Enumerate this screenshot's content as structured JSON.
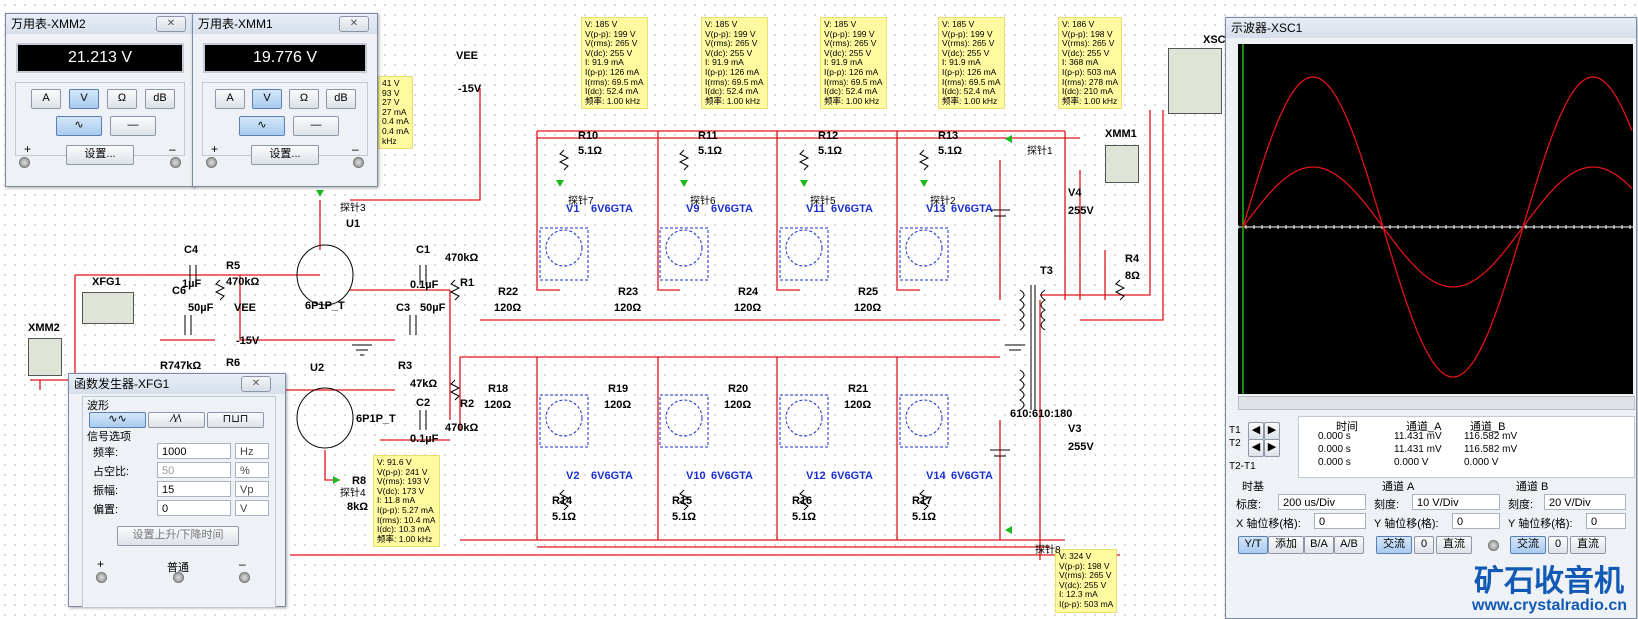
{
  "multimeters": [
    {
      "title": "万用表-XMM2",
      "reading": "21.213 V",
      "buttons": [
        "A",
        "V",
        "Ω",
        "dB"
      ],
      "active": "V",
      "settings_label": "设置...",
      "plus": "+",
      "minus": "–"
    },
    {
      "title": "万用表-XMM1",
      "reading": "19.776 V",
      "buttons": [
        "A",
        "V",
        "Ω",
        "dB"
      ],
      "active": "V",
      "settings_label": "设置...",
      "plus": "+",
      "minus": "–"
    }
  ],
  "func_gen": {
    "title": "函数发生器-XFG1",
    "waveform_label": "波形",
    "signal_label": "信号选项",
    "rows": [
      {
        "label": "频率:",
        "value": "1000",
        "unit": "Hz"
      },
      {
        "label": "占空比:",
        "value": "50",
        "unit": "%"
      },
      {
        "label": "振幅:",
        "value": "15",
        "unit": "Vp"
      },
      {
        "label": "偏置:",
        "value": "0",
        "unit": "V"
      }
    ],
    "rise_fall_button": "设置上升/下降时间",
    "common_label": "普通",
    "plus": "+",
    "minus": "–"
  },
  "oscilloscope": {
    "title": "示波器-XSC1",
    "cursor_rows": [
      {
        "name": "T1",
        "time": "0.000 s",
        "a": "11.431 mV",
        "b": "116.582 mV"
      },
      {
        "name": "T2",
        "time": "0.000 s",
        "a": "11.431 mV",
        "b": "116.582 mV"
      },
      {
        "name": "T2-T1",
        "time": "0.000 s",
        "a": "0.000 V",
        "b": "0.000 V"
      }
    ],
    "cursor_headers": [
      "时间",
      "通道_A",
      "通道_B"
    ],
    "timebase": {
      "label": "时基",
      "scale_label": "标度:",
      "scale": "200 us/Div",
      "xpos_label": "X 轴位移(格):",
      "xpos": "0",
      "buttons": [
        "Y/T",
        "添加",
        "B/A",
        "A/B"
      ]
    },
    "channel_a": {
      "label": "通道 A",
      "scale_label": "刻度:",
      "scale": "10 V/Div",
      "ypos_label": "Y 轴位移(格):",
      "ypos": "0",
      "buttons": [
        "交流",
        "0",
        "直流"
      ]
    },
    "channel_b": {
      "label": "通道 B",
      "scale_label": "刻度:",
      "scale": "20 V/Div",
      "ypos_label": "Y 轴位移(格):",
      "ypos": "0",
      "buttons": [
        "交流",
        "0",
        "直流"
      ]
    },
    "trace_color": "#e0141a",
    "grid_color": "#ffffff",
    "screen_color": "#000000"
  },
  "probes": [
    {
      "lines": [
        "V: 185 V",
        "V(p-p): 199 V",
        "V(rms): 265 V",
        "V(dc): 255 V",
        "I: 91.9 mA",
        "I(p-p): 126 mA",
        "I(rms): 69.5 mA",
        "I(dc): 52.4 mA",
        "频率: 1.00 kHz"
      ]
    },
    {
      "lines": [
        "V: 185 V",
        "V(p-p): 199 V",
        "V(rms): 265 V",
        "V(dc): 255 V",
        "I: 91.9 mA",
        "I(p-p): 126 mA",
        "I(rms): 69.5 mA",
        "I(dc): 52.4 mA",
        "频率: 1.00 kHz"
      ]
    },
    {
      "lines": [
        "V: 185 V",
        "V(p-p): 199 V",
        "V(rms): 265 V",
        "V(dc): 255 V",
        "I: 91.9 mA",
        "I(p-p): 126 mA",
        "I(rms): 69.5 mA",
        "I(dc): 52.4 mA",
        "频率: 1.00 kHz"
      ]
    },
    {
      "lines": [
        "V: 185 V",
        "V(p-p): 199 V",
        "V(rms): 265 V",
        "V(dc): 255 V",
        "I: 91.9 mA",
        "I(p-p): 126 mA",
        "I(rms): 69.5 mA",
        "I(dc): 52.4 mA",
        "频率: 1.00 kHz"
      ]
    },
    {
      "lines": [
        "V: 186 V",
        "V(p-p): 198 V",
        "V(rms): 265 V",
        "V(dc): 255 V",
        "I: 368 mA",
        "I(p-p): 503 mA",
        "I(rms): 278 mA",
        "I(dc): 210 mA",
        "频率: 1.00 kHz"
      ]
    },
    {
      "lines": [
        "V: 91.6 V",
        "V(p-p): 241 V",
        "V(rms): 193 V",
        "V(dc): 173 V",
        "I: 11.8 mA",
        "I(p-p): 5.27 mA",
        "I(rms): 10.4 mA",
        "I(dc): 10.3 mA",
        "频率: 1.00 kHz"
      ]
    },
    {
      "lines": [
        "V: 324 V",
        "V(p-p): 198 V",
        "V(rms): 265 V",
        "V(dc): 255 V",
        "I: 12.3 mA",
        "I(p-p): 503 mA"
      ]
    },
    {
      "lines": [
        "41 V",
        "93 V",
        "27 V",
        "",
        "27 mA",
        "0.4 mA",
        "0.4 mA",
        "kHz"
      ]
    }
  ],
  "labels": {
    "vee_top": "VEE",
    "vee_top_val": "-15V",
    "u1": "U1",
    "u2": "U2",
    "tube_u1": "6P1P_T",
    "tube_u2": "6P1P_T",
    "c4": "C4",
    "c4v": "1µF",
    "c6": "C6",
    "c6v": "50µF",
    "r5": "R5",
    "r5v": "470kΩ",
    "vee2": "VEE",
    "vee2v": "-15V",
    "r6": "R6",
    "r7": "R747kΩ",
    "c1": "C1",
    "c1v": "0.1µF",
    "c3": "C3",
    "c3v": "50µF",
    "r3": "R3",
    "r3v": "47kΩ",
    "c2": "C2",
    "c2v": "0.1µF",
    "r1": "R1",
    "r1v": "470kΩ",
    "r2": "R2",
    "r2v": "470kΩ",
    "r8": "R8",
    "r8v": "8kΩ",
    "xfg1": "XFG1",
    "xmm2": "XMM2",
    "xmm1": "XMM1",
    "xsc": "XSC",
    "v4": "V4",
    "v4v": "255V",
    "v3": "V3",
    "v3v": "255V",
    "t3": "T3",
    "t3ratio": "610:610:180",
    "r4": "R4",
    "r4v": "8Ω",
    "probe_tags": [
      "探针1",
      "探针2",
      "探针3",
      "探针4",
      "探针5",
      "探针6",
      "探针7",
      "探针8"
    ]
  },
  "tubes_top": [
    {
      "name": "V1",
      "type": "6V6GTA",
      "r_top": "R10",
      "r_top_v": "5.1Ω",
      "r_grid": "R22",
      "r_grid_v": "120Ω"
    },
    {
      "name": "V9",
      "type": "6V6GTA",
      "r_top": "R11",
      "r_top_v": "5.1Ω",
      "r_grid": "R23",
      "r_grid_v": "120Ω"
    },
    {
      "name": "V11",
      "type": "6V6GTA",
      "r_top": "R12",
      "r_top_v": "5.1Ω",
      "r_grid": "R24",
      "r_grid_v": "120Ω"
    },
    {
      "name": "V13",
      "type": "6V6GTA",
      "r_top": "R13",
      "r_top_v": "5.1Ω",
      "r_grid": "R25",
      "r_grid_v": "120Ω"
    }
  ],
  "tubes_bottom": [
    {
      "name": "V2",
      "type": "6V6GTA",
      "r_bot": "R14",
      "r_bot_v": "5.1Ω",
      "r_grid": "R18",
      "r_grid_v": "120Ω"
    },
    {
      "name": "V10",
      "type": "6V6GTA",
      "r_bot": "R15",
      "r_bot_v": "5.1Ω",
      "r_grid": "R19",
      "r_grid_v": "120Ω"
    },
    {
      "name": "V12",
      "type": "6V6GTA",
      "r_bot": "R16",
      "r_bot_v": "5.1Ω",
      "r_grid": "R20",
      "r_grid_v": "120Ω"
    },
    {
      "name": "V14",
      "type": "6V6GTA",
      "r_bot": "R17",
      "r_bot_v": "5.1Ω",
      "r_grid": "R21",
      "r_grid_v": "120Ω"
    }
  ],
  "watermark": {
    "cn": "矿石收音机",
    "url": "www.crystalradio.cn"
  }
}
